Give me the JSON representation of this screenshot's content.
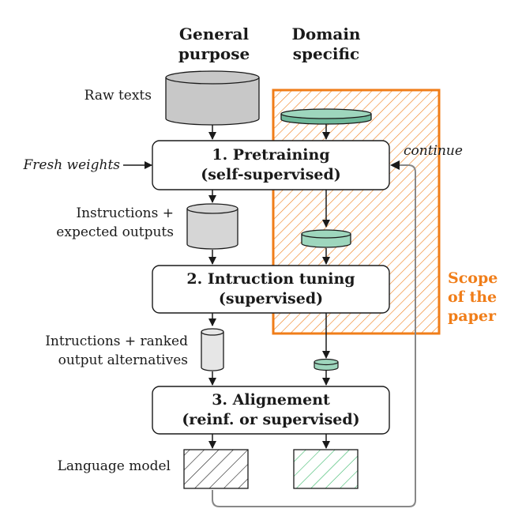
{
  "columns": {
    "general": [
      "General",
      "purpose"
    ],
    "domain": [
      "Domain",
      "specific"
    ]
  },
  "inputs": {
    "raw_texts": "Raw texts",
    "instructions": [
      "Instructions +",
      "expected outputs"
    ],
    "ranked": [
      "Intructions + ranked",
      "output alternatives"
    ],
    "language_model": "Language model",
    "fresh_weights": "Fresh weights",
    "continue": "continue"
  },
  "stages": [
    {
      "title": "1. Pretraining",
      "subtitle": "(self-supervised)"
    },
    {
      "title": "2. Intruction tuning",
      "subtitle": "(supervised)"
    },
    {
      "title": "3. Alignement",
      "subtitle": "(reinf. or supervised)"
    }
  ],
  "scope": [
    "Scope",
    "of the",
    "paper"
  ],
  "colors": {
    "scope": "#f07d18",
    "domain_fill": "#9ed6bd",
    "domain_dark": "#6fb89a",
    "domain_hatch": "#3ab86a",
    "general_fill": "#c8c8c8",
    "general_light": "#e6e6e6",
    "connector": "#888888",
    "stroke": "#1a1a1a"
  }
}
